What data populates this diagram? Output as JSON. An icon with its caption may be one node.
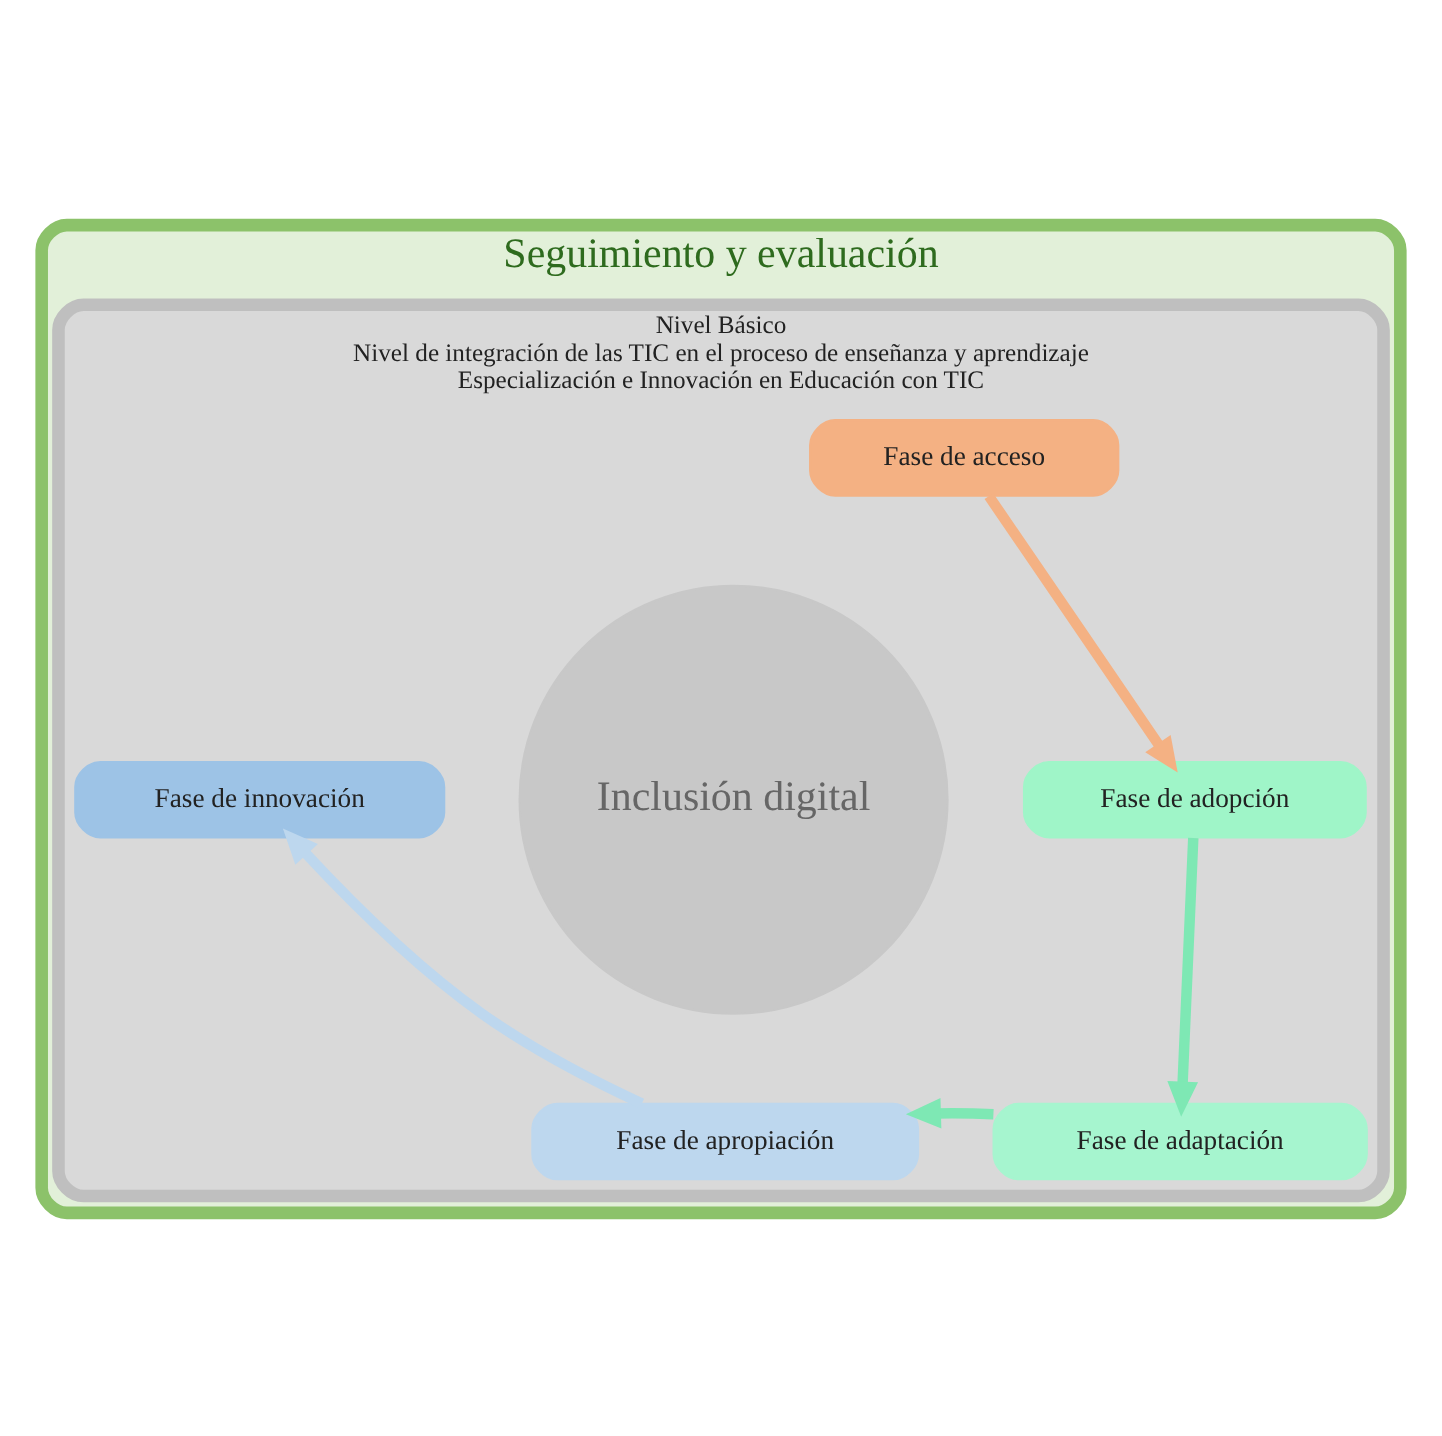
{
  "diagram": {
    "nodes": [
      {
        "text": [
          "Seguimiento y evaluación"
        ]
      },
      {
        "text": [
          "Nivel Básico",
          "Nivel de integración de las TIC en el proceso de enseñanza y aprendizaje",
          "Especialización e Innovación en Educación con TIC"
        ],
        "in": 0
      },
      {
        "text": [
          "Fase de acceso"
        ],
        "in": 1
      },
      {
        "text": [
          "Fase de innovación"
        ],
        "in": 1
      },
      {
        "text": [
          "Fase de adopción"
        ],
        "in": 1
      },
      {
        "text": [
          "Inclusión digital"
        ],
        "in": 1
      },
      {
        "text": [
          "Fase de apropiación"
        ],
        "in": 1
      },
      {
        "text": [
          "Fase de adaptación"
        ],
        "in": 1
      }
    ],
    "edges": [
      {
        "from": 2,
        "to": 4,
        "arrow": "to",
        "color": "#f4b183"
      },
      {
        "from": 4,
        "to": 7,
        "arrow": "to",
        "color": "#7ee8b4"
      },
      {
        "from": 7,
        "to": 6,
        "arrow": "to",
        "color": "#7ee8b4"
      },
      {
        "from": 6,
        "to": 3,
        "arrow": "to",
        "color": "#bdd7ee"
      }
    ]
  }
}
